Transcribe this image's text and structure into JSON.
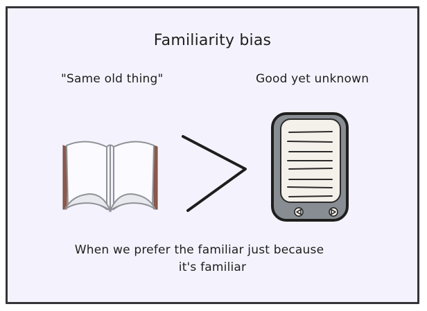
{
  "diagram": {
    "title": "Familiarity bias",
    "left_label": "\"Same old thing\"",
    "right_label": "Good yet unknown",
    "comparison_symbol": ">",
    "caption": {
      "line1": "When we prefer the familiar just because",
      "line2": "it's familiar"
    },
    "left_icon": "open-book-icon",
    "right_icon": "e-reader-icon",
    "colors": {
      "background": "#f4f3fd",
      "frame": "#343438",
      "text": "#1e1e1e",
      "book_spine": "#8a5a4a",
      "book_outline": "#8e9196",
      "ereader_body": "#878d92",
      "ereader_screen": "#f4f0ea"
    }
  }
}
